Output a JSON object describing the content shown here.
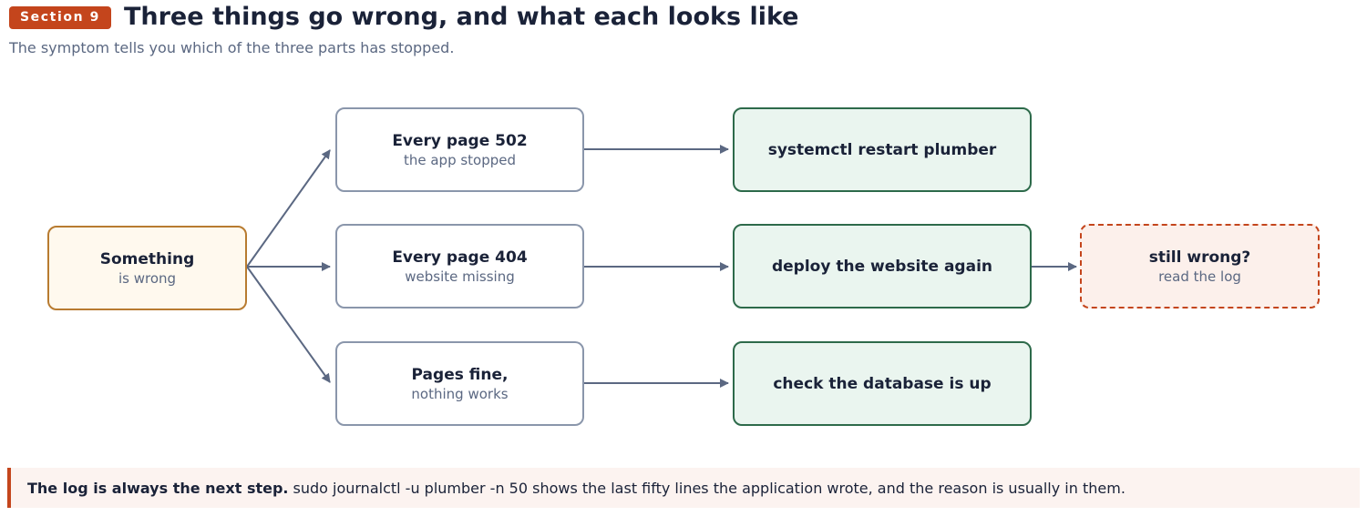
{
  "header": {
    "badge": "Section 9",
    "title": "Three things go wrong, and what each looks like",
    "subtitle": "The symptom tells you which of the three parts has stopped."
  },
  "diagram": {
    "start": {
      "main": "Something",
      "sub": "is wrong"
    },
    "symptoms": [
      {
        "main": "Every page 502",
        "sub": "the app stopped"
      },
      {
        "main": "Every page 404",
        "sub": "website missing"
      },
      {
        "main": "Pages fine,",
        "sub": "nothing works"
      }
    ],
    "actions": [
      {
        "main": "systemctl restart plumber"
      },
      {
        "main": "deploy the website again"
      },
      {
        "main": "check the database is up"
      }
    ],
    "fallback": {
      "main": "still wrong?",
      "sub": "read the log"
    }
  },
  "note": {
    "lead": "The log is always the next step.",
    "text": "sudo journalctl -u plumber -n 50 shows the last fifty lines the application wrote, and the reason is usually in them."
  },
  "colors": {
    "accent": "#c4451c",
    "start_border": "#b87b30",
    "action_border": "#2d6a4a",
    "symptom_border": "#8a96ab",
    "arrow": "#5b6882"
  }
}
